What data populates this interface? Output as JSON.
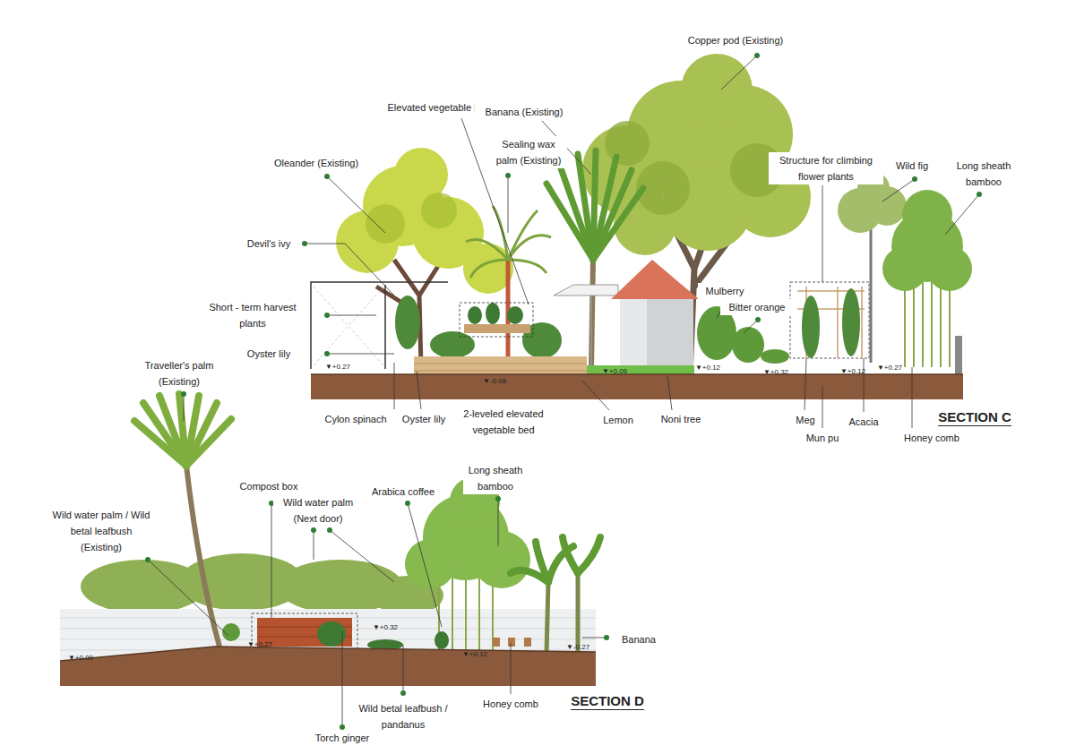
{
  "diagram": {
    "labels": [
      "Copper pod (Existing)",
      "Elevated vegetable bed",
      "Banana (Existing)",
      "Sealing wax palm (Existing)",
      "Oleander (Existing)",
      "Structure for climbing flower plants",
      "Wild fig",
      "Long sheath bamboo",
      "Devil's ivy",
      "Mulberry",
      "Bitter orange",
      "Short - term harvest plants",
      "Oyster lily",
      "▼+0.27",
      "▼-0.08",
      "▼+0.09",
      "▼+0.12",
      "▼+0.32",
      "▼+0.12",
      "▼+0.27",
      "Traveller's palm (Existing)",
      "Cylon spinach",
      "Oyster lily",
      "2-leveled elevated vegetable bed",
      "Lemon",
      "Noni tree",
      "SECTION C",
      "Meg",
      "Acacia",
      "Mun pu",
      "Honey comb",
      "Compost box",
      "Wild water palm (Next door)",
      "Arabica coffee",
      "Long sheath bamboo",
      "Wild water palm / Wild betal leafbush (Existing)",
      "▼+0.32",
      "▼+0.27",
      "▼+0.00",
      "▼+0.12",
      "▼-0.27",
      "Banana",
      "Wild betal leafbush / pandanus",
      "Honey comb",
      "SECTION D",
      "Torch ginger"
    ]
  }
}
